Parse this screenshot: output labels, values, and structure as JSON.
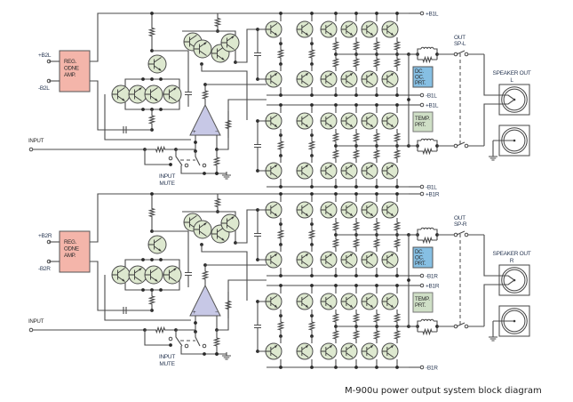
{
  "caption": "M-900u power output system block diagram",
  "colors": {
    "reg_box": "#f4b5aa",
    "protection_box": "#86bfe3",
    "temp_box": "#cfdfc6",
    "opamp": "#c7c8e6",
    "transistor": "#dde8cf",
    "wire": "#4a4a4a"
  },
  "channels": [
    {
      "id": "L",
      "input_label": "INPUT",
      "input_mute_label": [
        "INPUT",
        "MUTE"
      ],
      "reg_box_lines": [
        "REG.",
        "ODNE",
        "AMP."
      ],
      "supply_pos_b2": "+B2L",
      "supply_neg_b2": "-B2L",
      "rail_top": "+B1L",
      "rail_mid_neg": "-B1L",
      "rail_mid_pos": "+B1L",
      "rail_bottom": "-B1L",
      "protection_box_lines": [
        "DC.",
        "OC.",
        "PRT."
      ],
      "temp_box_lines": [
        "TEMP.",
        "PRT."
      ],
      "out_switch_lines": [
        "OUT",
        "SP-L"
      ],
      "speaker_out_lines": [
        "SPEAKER OUT",
        "L"
      ]
    },
    {
      "id": "R",
      "input_label": "INPUT",
      "input_mute_label": [
        "INPUT",
        "MUTE"
      ],
      "reg_box_lines": [
        "REG.",
        "ODNE",
        "AMP."
      ],
      "supply_pos_b2": "+B2R",
      "supply_neg_b2": "-B2R",
      "rail_top": "+B1R",
      "rail_mid_neg": "-B1R",
      "rail_mid_pos": "+B1R",
      "rail_bottom": "-B1R",
      "protection_box_lines": [
        "DC.",
        "OC.",
        "PRT."
      ],
      "temp_box_lines": [
        "TEMP.",
        "PRT."
      ],
      "out_switch_lines": [
        "OUT",
        "SP-R"
      ],
      "speaker_out_lines": [
        "SPEAKER OUT",
        "R"
      ]
    }
  ]
}
